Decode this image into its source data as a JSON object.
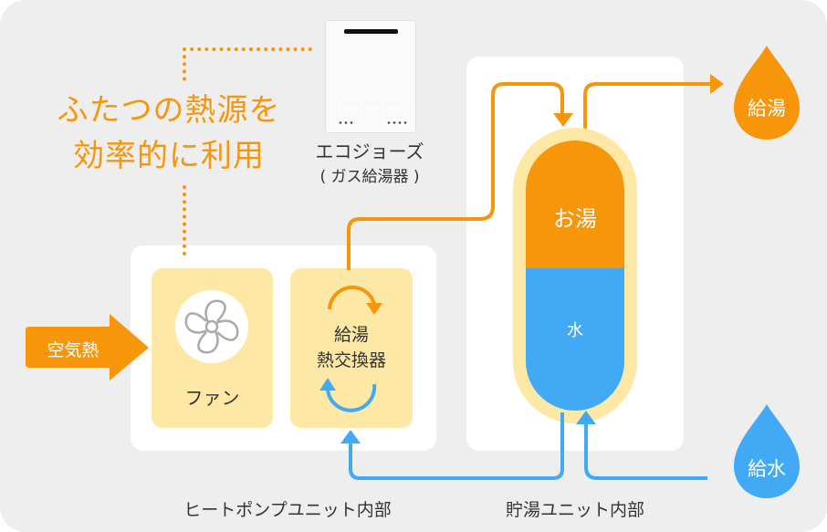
{
  "headline": {
    "line1": "ふたつの熱源を",
    "line2": "効率的に利用"
  },
  "gas_heater": {
    "name": "エコジョーズ",
    "subtitle": "( ガス給湯器 )"
  },
  "heat_pump_unit": {
    "label": "ヒートポンプユニット内部",
    "fan_label": "ファン",
    "exchanger_label_line1": "給湯",
    "exchanger_label_line2": "熱交換器"
  },
  "air_heat_arrow": {
    "label": "空気熱"
  },
  "storage_unit": {
    "label": "貯湯ユニット内部",
    "tank_hot_label": "お湯",
    "tank_cold_label": "水"
  },
  "outputs": {
    "hot_supply": "給湯",
    "water_supply": "給水"
  },
  "colors": {
    "orange": "#f7960a",
    "blue": "#42aaf5",
    "cream": "#fde9a5",
    "background": "#eeeeee",
    "text_dark": "#333333"
  },
  "icons": {
    "fan": "fan-icon",
    "hot_drop": "drop-icon",
    "water_drop": "drop-icon",
    "cycle_hot": "cycle-arrow-icon",
    "cycle_cold": "cycle-arrow-icon"
  }
}
